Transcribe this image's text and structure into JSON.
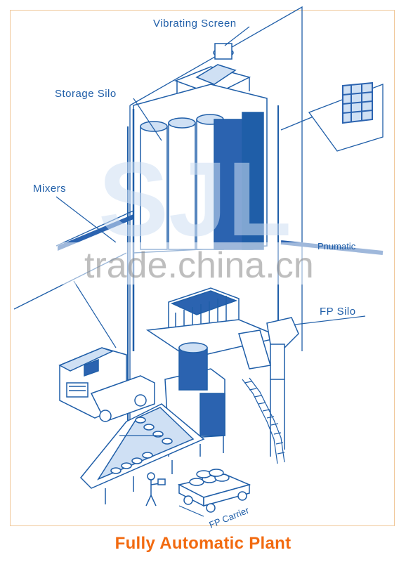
{
  "labels": {
    "vibrating_screen": "Vibrating Screen",
    "storage_silo": "Storage Silo",
    "mixers": "Mixers",
    "pneumatic": "Pnumatic",
    "fp_silo": "FP Silo",
    "fp_carrier": "FP Carrier"
  },
  "watermark": "trade.china.cn",
  "caption": "Fully Automatic Plant",
  "colors": {
    "line": "#1f5ea8",
    "fill": "#2b63b0",
    "light": "#cfe0f4",
    "caption": "#f26a10",
    "border": "#f0c89a"
  }
}
